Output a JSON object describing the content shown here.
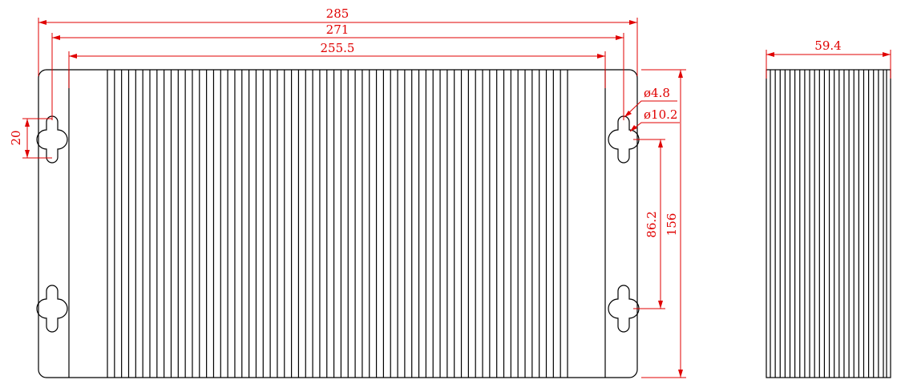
{
  "colors": {
    "outline": "#000000",
    "dimension": "#e00000",
    "background": "#ffffff"
  },
  "front_view": {
    "fin_count": 64
  },
  "side_view": {
    "fin_count": 22
  },
  "dimensions": {
    "overall_width": "285",
    "hole_spacing_width": "271",
    "fin_section_width": "255.5",
    "slot_length": "20",
    "small_hole_diameter": "ø4.8",
    "large_hole_diameter": "ø10.2",
    "hole_spacing_height": "86.2",
    "overall_height": "156",
    "depth": "59.4"
  }
}
